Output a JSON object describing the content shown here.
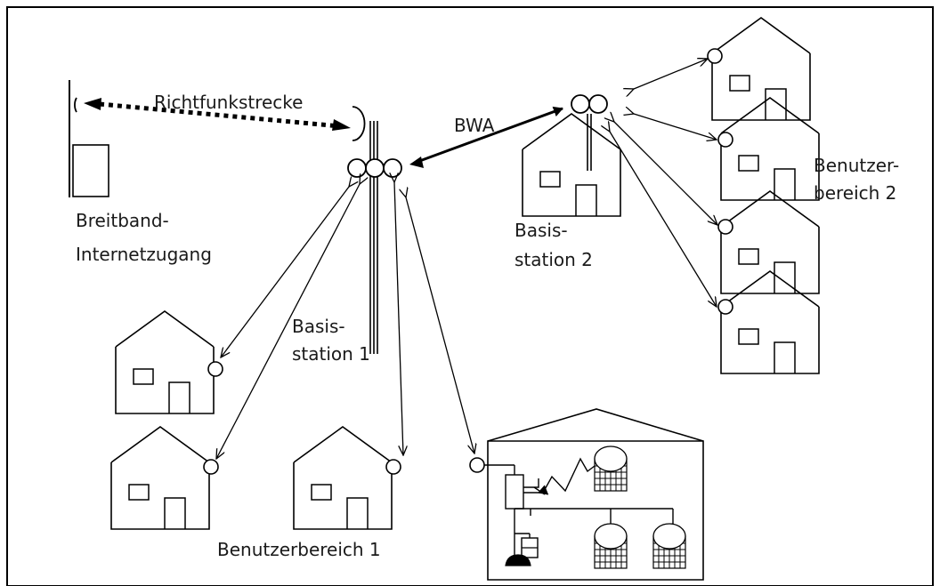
{
  "labels": {
    "richtfunk": "Richtfunkstrecke",
    "bwa": "BWA",
    "breitband_line1": "Breitband-",
    "breitband_line2": "Internetzugang",
    "basis1_line1": "Basis-",
    "basis1_line2": "station 1",
    "basis2_line1": "Basis-",
    "basis2_line2": "station 2",
    "benutzer2_line1": "Benutzer-",
    "benutzer2_line2": "bereich 2",
    "benutzer1": "Benutzerbereich 1"
  },
  "colors": {
    "line": "#000000",
    "text": "#1a1a1a",
    "background": "#ffffff"
  }
}
